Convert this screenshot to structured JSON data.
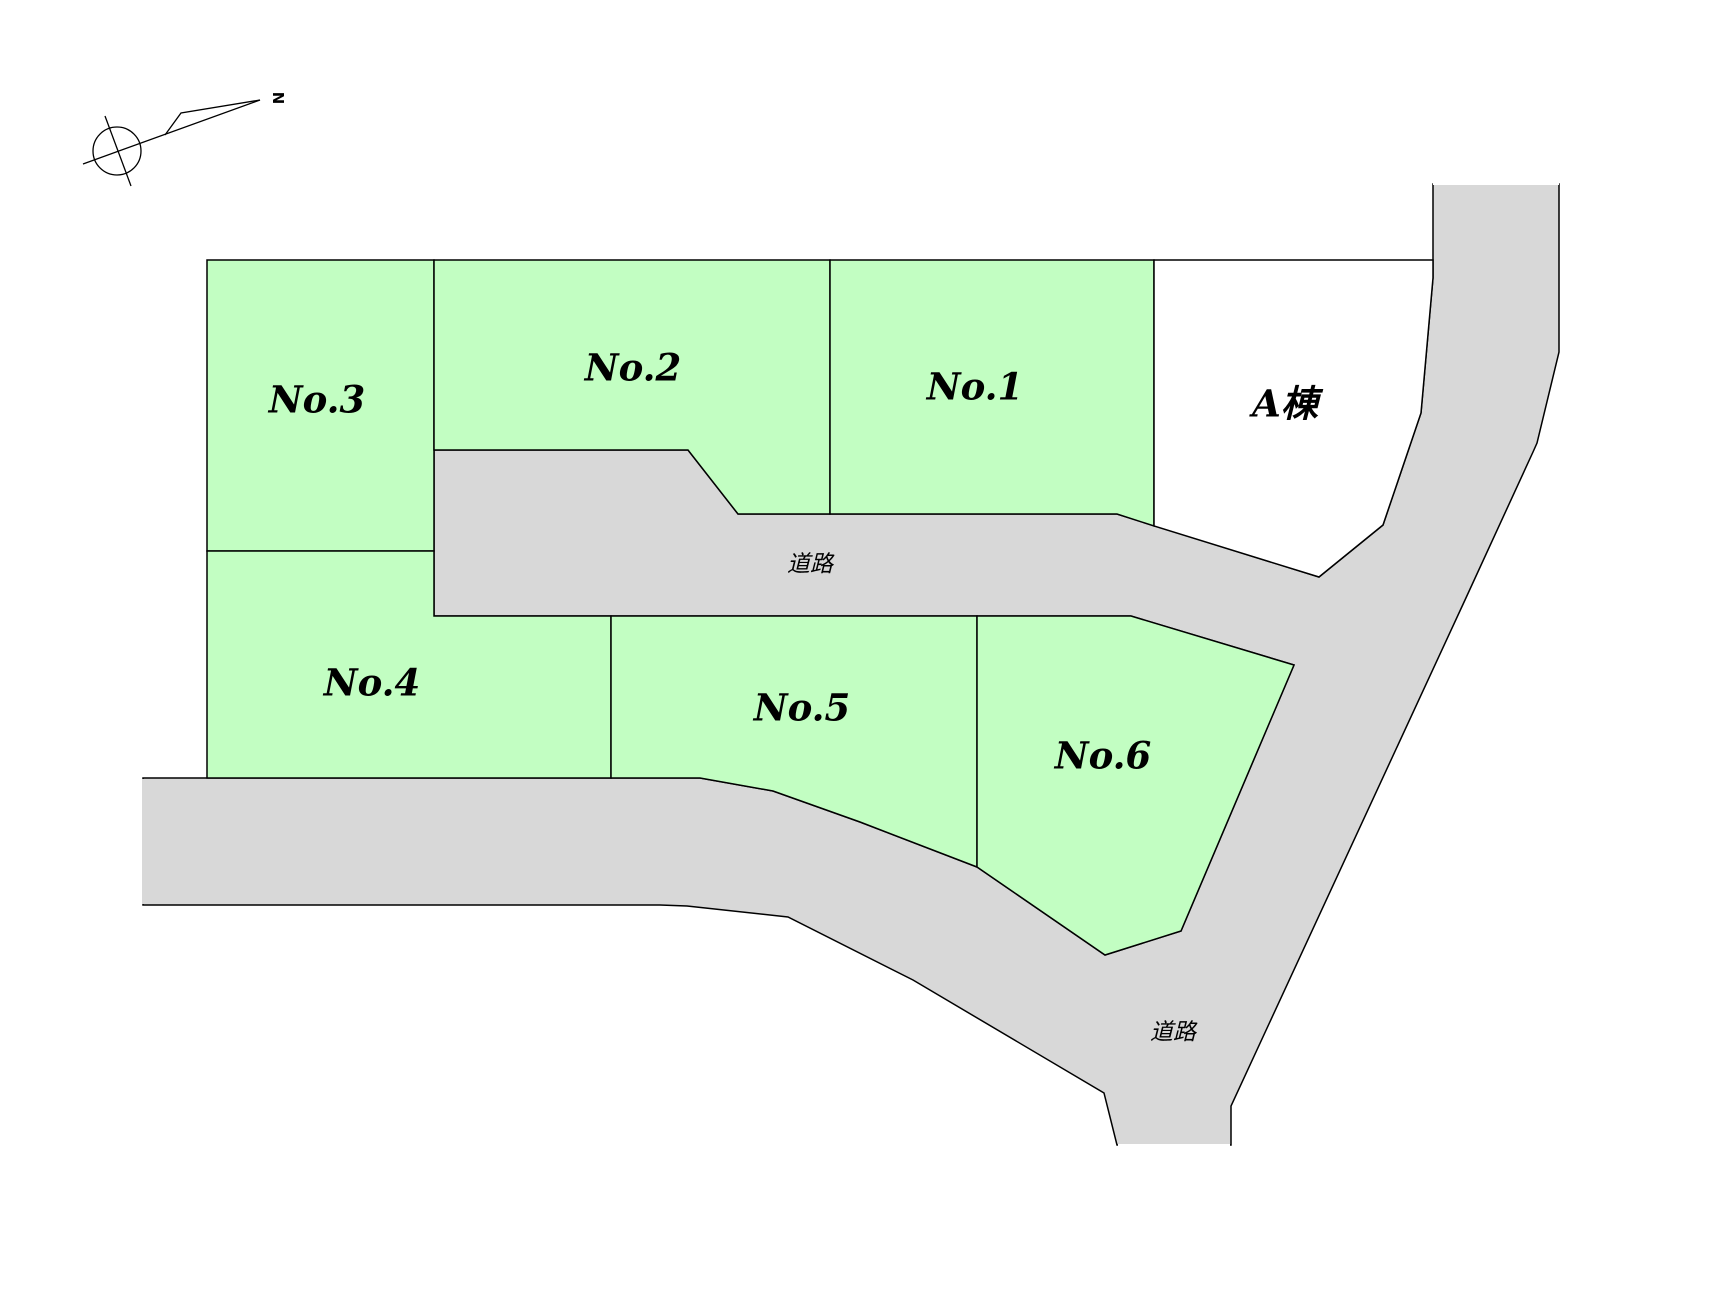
{
  "map": {
    "type": "lot-subdivision-plan",
    "colors": {
      "lot_fill": "#c2fec2",
      "road_fill": "#d8d8d8",
      "existing_building_fill": "#ffffff",
      "outline": "#000000"
    },
    "compass": {
      "north_label": "N"
    },
    "lots": [
      {
        "id": "no3",
        "label": "No.3"
      },
      {
        "id": "no2",
        "label": "No.2"
      },
      {
        "id": "no1",
        "label": "No.1"
      },
      {
        "id": "a-building",
        "label": "A棟"
      },
      {
        "id": "no4",
        "label": "No.4"
      },
      {
        "id": "no5",
        "label": "No.5"
      },
      {
        "id": "no6",
        "label": "No.6"
      }
    ],
    "roads": [
      {
        "id": "inner-road",
        "label": "道路"
      },
      {
        "id": "outer-road",
        "label": "道路"
      }
    ]
  }
}
